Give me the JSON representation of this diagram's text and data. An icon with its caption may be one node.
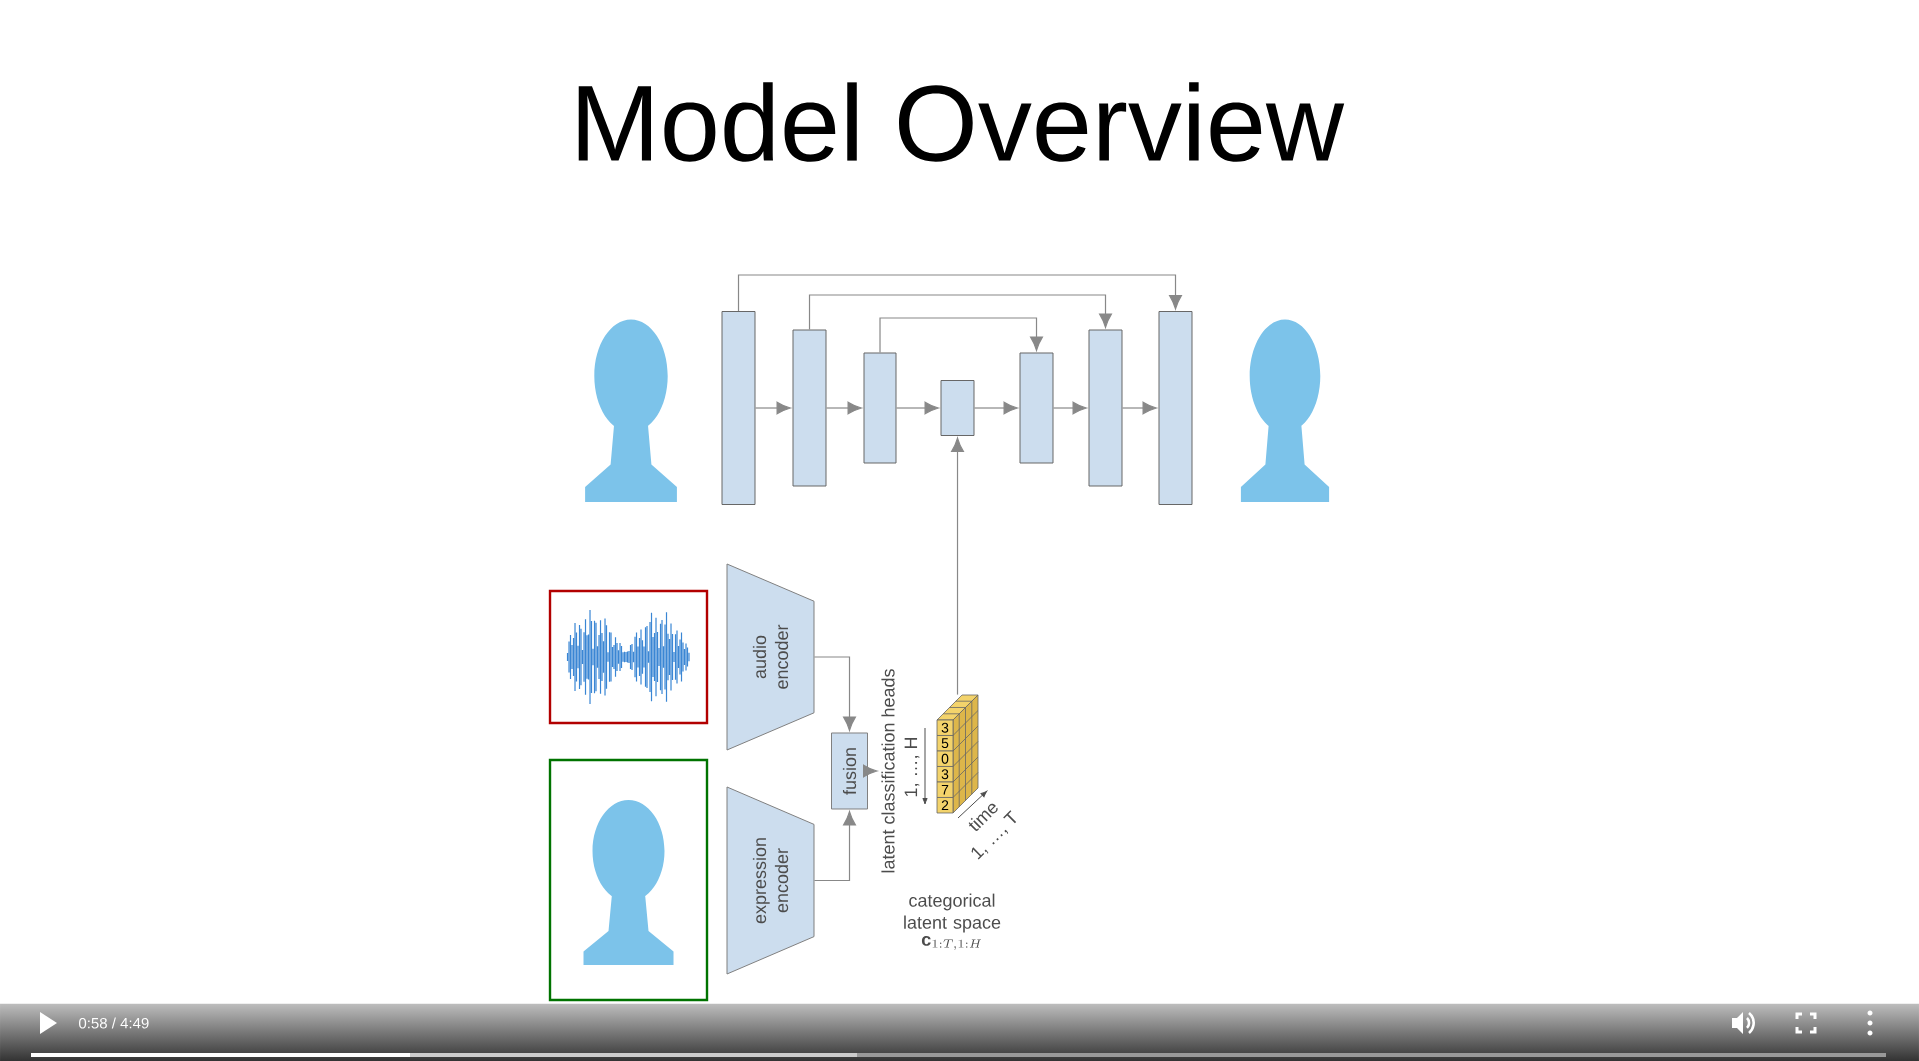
{
  "diagram": {
    "title": "Model Overview",
    "nodes": [
      {
        "text": [],
        "shape": "person"
      },
      {
        "text": [],
        "shape": "bar"
      },
      {
        "text": [],
        "shape": "bar"
      },
      {
        "text": [],
        "shape": "bar"
      },
      {
        "text": [],
        "shape": "bar"
      },
      {
        "text": [],
        "shape": "bar"
      },
      {
        "text": [],
        "shape": "bar"
      },
      {
        "text": [],
        "shape": "bar"
      },
      {
        "text": [],
        "shape": "person"
      },
      {
        "text": [],
        "shape": "picture"
      },
      {
        "text": [],
        "shape": "picture"
      },
      {
        "text": [
          "audio encoder"
        ]
      },
      {
        "text": [
          "expression encoder"
        ]
      },
      {
        "text": [
          "fusion"
        ]
      },
      {
        "text": [
          "3",
          "5",
          "0",
          "3",
          "7",
          "2"
        ]
      },
      {
        "text": [
          "latent classification heads"
        ]
      }
    ],
    "edges": [
      {
        "from": 1,
        "to": 2,
        "arrow": "to"
      },
      {
        "from": 2,
        "to": 3,
        "arrow": "to"
      },
      {
        "from": 3,
        "to": 4,
        "arrow": "to"
      },
      {
        "from": 4,
        "to": 5,
        "arrow": "to"
      },
      {
        "from": 5,
        "to": 6,
        "arrow": "to"
      },
      {
        "from": 6,
        "to": 7,
        "arrow": "to"
      },
      {
        "from": 1,
        "to": 7,
        "arrow": "to"
      },
      {
        "from": 2,
        "to": 6,
        "arrow": "to"
      },
      {
        "from": 3,
        "to": 5,
        "arrow": "to"
      },
      {
        "from": 14,
        "to": 4,
        "arrow": "to"
      },
      {
        "from": 11,
        "to": 13,
        "arrow": "to"
      },
      {
        "from": 12,
        "to": 13,
        "arrow": "to"
      },
      {
        "from": 13,
        "to": 15,
        "arrow": "to"
      }
    ],
    "labels": [
      "1, …, H",
      "time",
      "1, …, T",
      "categorical latent space",
      "\\mathbf{c}_{1:T,1:H}",
      "0:58 / 4:49"
    ]
  }
}
